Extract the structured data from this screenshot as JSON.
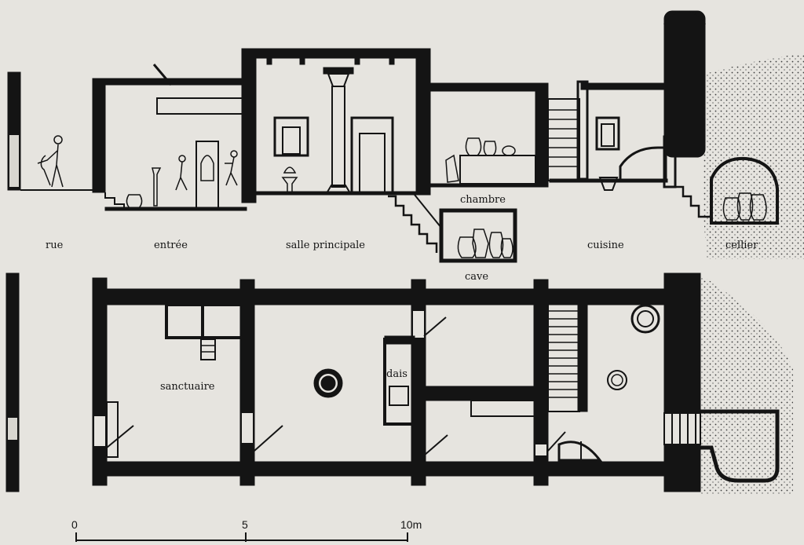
{
  "section_labels": {
    "rue": "rue",
    "entree": "entrée",
    "salle_principale": "salle principale",
    "chambre": "chambre",
    "cave": "cave",
    "cuisine": "cuisine",
    "cellier": "cellier"
  },
  "plan_labels": {
    "sanctuaire": "sanctuaire",
    "dais": "dais"
  },
  "scale_bar": {
    "tick_0": "0",
    "tick_5": "5",
    "tick_10": "10m"
  },
  "colors": {
    "ink": "#141414",
    "paper": "#e6e4df"
  }
}
